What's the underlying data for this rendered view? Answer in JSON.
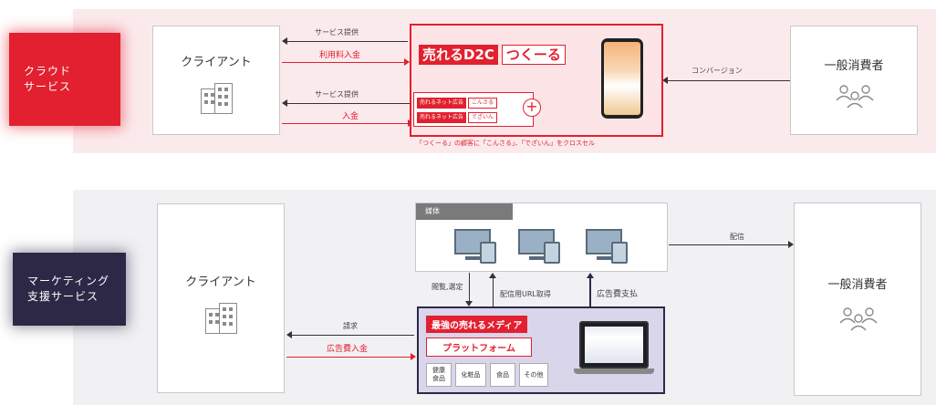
{
  "section_cloud": {
    "label_line1": "クラウド",
    "label_line2": "サービス",
    "client_title": "クライアント",
    "consumer_title": "一般消費者",
    "arrow_service1": "サービス提供",
    "arrow_fee": "利用料入金",
    "arrow_service2": "サービス提供",
    "arrow_deposit": "入金",
    "arrow_conversion": "コンバージョン",
    "d2c_title_a": "売れるD2C",
    "d2c_title_b": "つくーる",
    "sub1_a": "売れるネット広告",
    "sub1_b": "こんさる",
    "sub2_a": "売れるネット広告",
    "sub2_b": "でざいん",
    "plus": "+",
    "crosssell": "「つくーる」の顧客に「こんさる」、「でざいん」をクロスセル"
  },
  "section_marketing": {
    "label_line1": "マーケティング",
    "label_line2": "支援サービス",
    "client_title": "クライアント",
    "consumer_title": "一般消費者",
    "media_tab": "媒体",
    "arrow_delivery": "配信",
    "arrow_view": "閲覧,選定",
    "arrow_url": "配信用URL取得",
    "arrow_adpay": "広告費支払",
    "arrow_invoice": "請求",
    "arrow_adfee": "広告費入金",
    "best_title": "最強の売れるメディア",
    "best_sub": "プラットフォーム",
    "categories": [
      "健康\n食品",
      "化粧品",
      "食品",
      "その他"
    ]
  },
  "colors": {
    "red": "#e2202f",
    "navy": "#2c2846",
    "pink_band": "#fbeaec",
    "gray_band": "#f1f1f4"
  }
}
